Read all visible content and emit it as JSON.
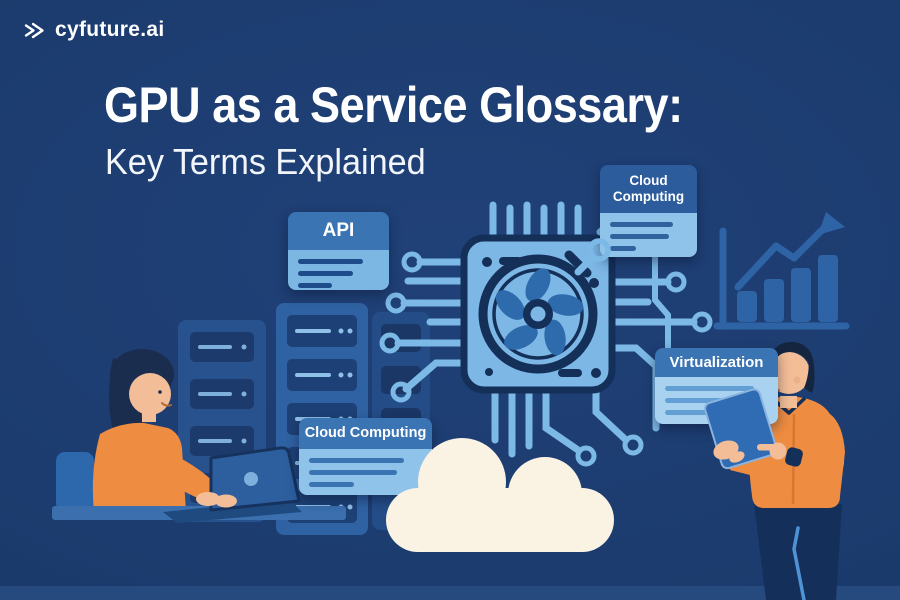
{
  "brand": {
    "name": "cyfuture.ai",
    "icon": "double-chevron-arrow"
  },
  "heading": {
    "title": "GPU as a Service Glossary:",
    "subtitle": "Key Terms Explained"
  },
  "cards": {
    "api": {
      "label": "API"
    },
    "cloud_top": {
      "label": "Cloud Computing"
    },
    "virtualization": {
      "label": "Virtualization"
    },
    "cloud_bottom": {
      "label": "Cloud Computing"
    }
  },
  "illustration": {
    "elements": [
      "gpu-chip-with-fan",
      "circuit-traces",
      "server-racks",
      "woman-working-on-laptop",
      "man-with-tablet",
      "growth-bar-chart",
      "cloud"
    ]
  },
  "colors": {
    "background_navy": "#1c3c6f",
    "dark_navy_outline": "#142f58",
    "light_blue": "#7cb9e6",
    "medium_blue": "#2e63a6",
    "card_header_blue": "#3b74b3",
    "card_header_dark_blue": "#2c5c9c",
    "card_body_blue": "#8fc3ea",
    "orange": "#ee8c41",
    "skin": "#f3bd97",
    "cream_cloud": "#faf3e3",
    "white": "#ffffff"
  }
}
